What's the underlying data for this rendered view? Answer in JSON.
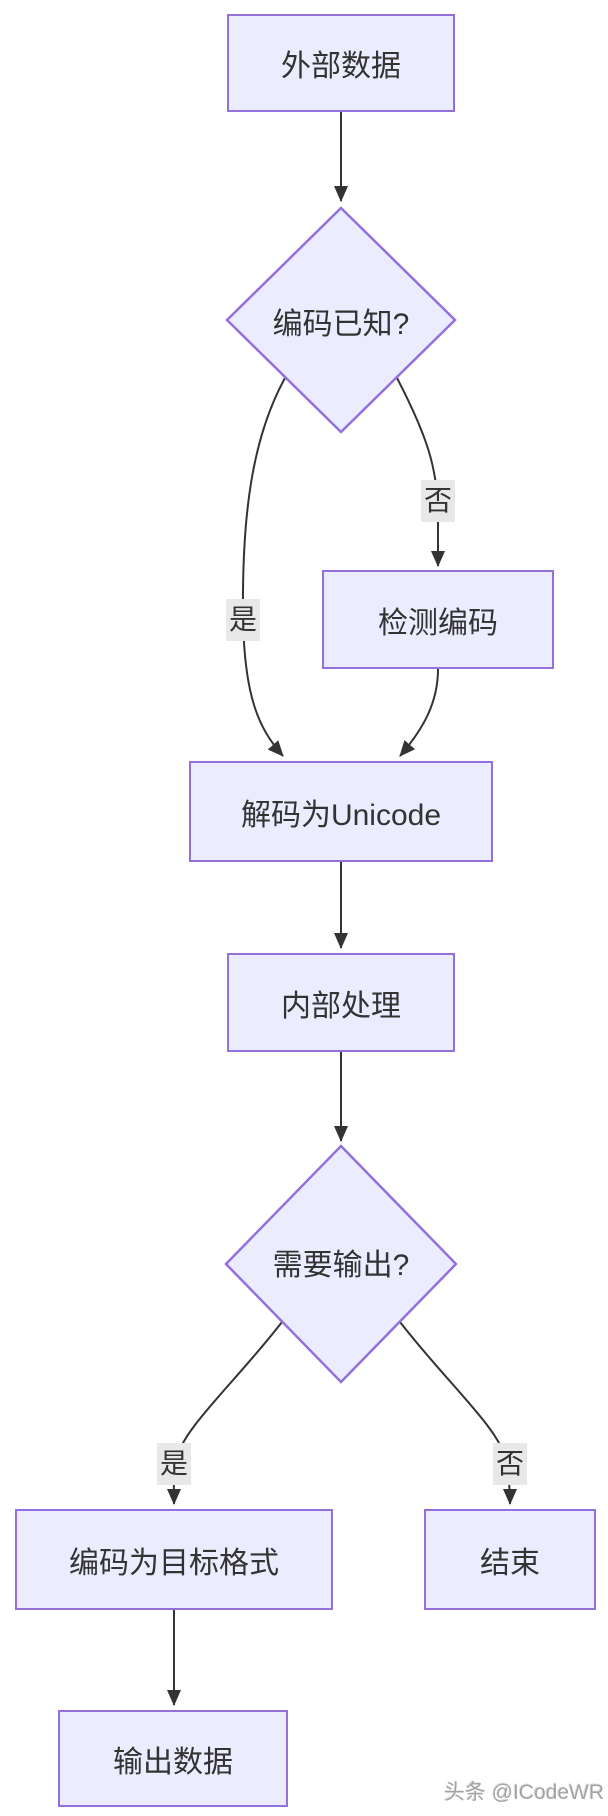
{
  "diagram": {
    "title": "encoding-decoding-flowchart",
    "colors": {
      "background": "#ffffff",
      "node_fill": "#ECECFF",
      "node_border": "#9370DB",
      "edge_color": "#333333",
      "label_bg": "#e8e8e8",
      "text_color": "#333333"
    },
    "nodes": {
      "external_data": {
        "label": "外部数据"
      },
      "encoding_known": {
        "label": "编码已知?"
      },
      "detect_encoding": {
        "label": "检测编码"
      },
      "decode_unicode": {
        "label": "解码为Unicode"
      },
      "internal_processing": {
        "label": "内部处理"
      },
      "need_output": {
        "label": "需要输出?"
      },
      "encode_target": {
        "label": "编码为目标格式"
      },
      "end": {
        "label": "结束"
      },
      "output_data": {
        "label": "输出数据"
      }
    },
    "edge_labels": {
      "yes1": "是",
      "no1": "否",
      "yes2": "是",
      "no2": "否"
    },
    "watermark": "头条 @ICodeWR"
  }
}
